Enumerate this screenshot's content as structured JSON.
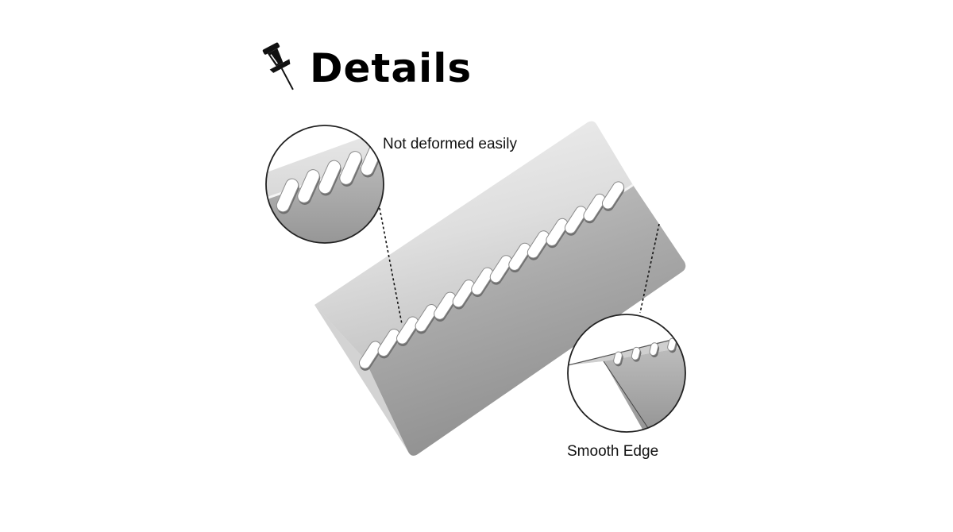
{
  "header": {
    "title": "Details",
    "icon": "pushpin-icon"
  },
  "callouts": {
    "top_label": "Not deformed easily",
    "bottom_label": "Smooth Edge"
  },
  "colors": {
    "blade_light": "#ebebeb",
    "blade_mid": "#c9c9c9",
    "blade_dark": "#9a9a9a",
    "outline": "#222222"
  },
  "icons": [
    "pushpin-icon",
    "magnifier-circle-icon",
    "magnifier-circle-icon"
  ]
}
